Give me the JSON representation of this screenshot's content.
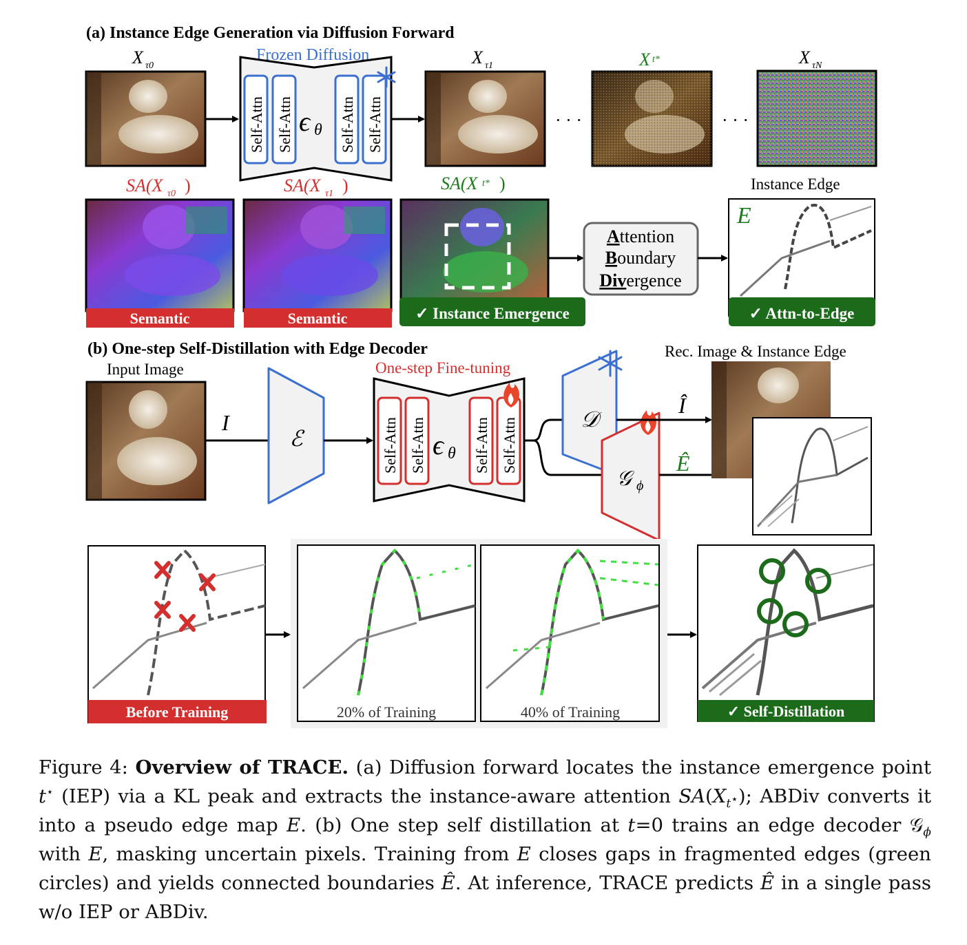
{
  "section_a": {
    "title": "(a) Instance Edge Generation via Diffusion Forward",
    "frozen_label": "Frozen Diffusion",
    "self_attn": "Self-Attn",
    "eps": "ϵ",
    "theta": "θ",
    "x_labels": [
      "X",
      "X",
      "X",
      "X"
    ],
    "x_subs": [
      "τ0",
      "τ1",
      "t*",
      "τN"
    ],
    "dots": "· · ·",
    "sa_prefix": "SA(X",
    "sa_suffix": ")",
    "instance_edge_title": "Instance Edge",
    "edge_letter": "E",
    "semantic_badge": "Semantic",
    "instance_badge": "✓ Instance Emergence",
    "attn_edge_badge": "✓ Attn-to-Edge",
    "abdiv_lines": [
      {
        "bold": "A",
        "rest": "ttention"
      },
      {
        "bold": "B",
        "rest": "oundary"
      },
      {
        "bold": "Div",
        "rest": "ergence"
      }
    ]
  },
  "section_b": {
    "title": "(b) One-step Self-Distillation with Edge Decoder",
    "input_label": "Input Image",
    "i_label": "I",
    "encoder": "ℰ",
    "finetune_label": "One-step Fine-tuning",
    "decoder": "𝒟",
    "edge_decoder": "𝒢",
    "phi": "ϕ",
    "rec_label": "Rec. Image & Instance Edge",
    "i_hat": "Î",
    "e_hat": "Ê"
  },
  "progress": {
    "before_badge": "Before Training",
    "p20": "20% of Training",
    "p40": "40% of Training",
    "self_distill_badge": "✓ Self-Distillation"
  },
  "caption": {
    "fig_label": "Figure 4:",
    "bold_title": "Overview of TRACE.",
    "p1": "(a) Diffusion forward locates the instance emergence point",
    "t_star": "t",
    "p2": "(IEP) via a KL peak and extracts the instance-aware attention",
    "sa_text": "SA",
    "sa_x": "X",
    "p3": "; ABDiv converts it into a pseudo edge map",
    "e": "E",
    "p4": ". (b) One step self distillation at",
    "t0": "t",
    "eq0": "=0 trains an edge decoder",
    "g": "𝒢",
    "phi": "ϕ",
    "p5": "with",
    "p6": ", masking uncertain pixels. Training from",
    "p7": "closes gaps in fragmented edges (green circles) and yields connected boundaries",
    "ehat": "Ê",
    "p8": ". At inference, TRACE predicts",
    "p9": "in a single pass w/o IEP or ABDiv."
  },
  "colors": {
    "blue": "#3b6fd0",
    "red": "#d32f2f",
    "green": "#1e7a1e",
    "badge_green": "#1b6b1b"
  }
}
